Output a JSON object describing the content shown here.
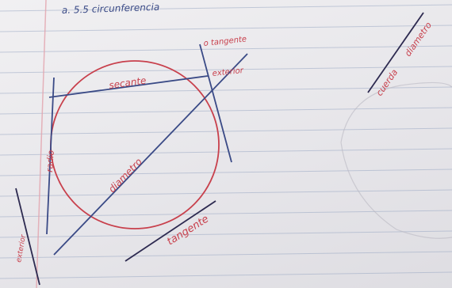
{
  "page": {
    "heading": "a. 5.5 circunferencia",
    "paper_color": "#ecebee",
    "rule_color": "#9ba9c4",
    "margin_color": "#e3a3ad",
    "ink_red": "#c8404c",
    "ink_blue": "#3a4a86",
    "ink_dark": "#2d2a50"
  },
  "labels": {
    "secante": "secante",
    "tangente": "tangente",
    "tangente_dot": "o tangente",
    "exterior": "exterior",
    "radio": "radio",
    "diametro": "diametro",
    "tangente_bottom": "tangente",
    "cuerda": "cuerda",
    "exterior_left": "exterior",
    "diametro_right": "diametro"
  }
}
